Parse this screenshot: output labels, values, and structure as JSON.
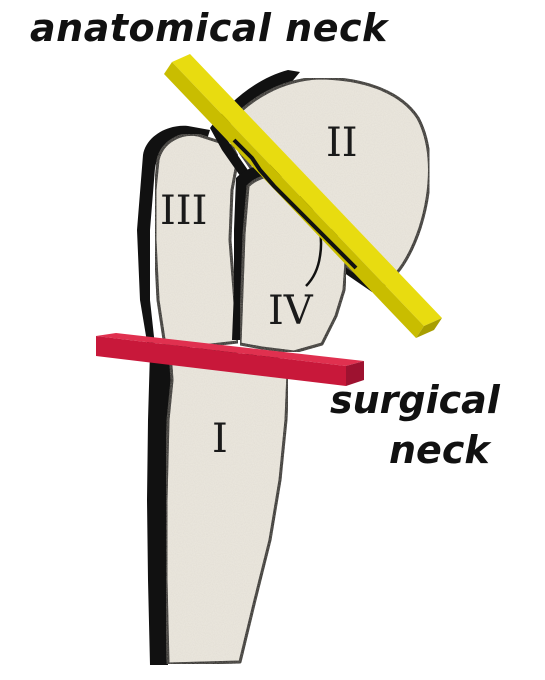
{
  "labels": {
    "anatomical_neck": "anatomical neck",
    "surgical_neck_line1": "surgical",
    "surgical_neck_line2": "neck"
  },
  "fragments": {
    "shaft": "I",
    "head": "II",
    "greater_tuberosity": "III",
    "lesser_tuberosity": "IV"
  },
  "colors": {
    "bone_fill": "#ece8df",
    "bone_outline": "#111111",
    "anatomical_neck_plane": "#d4c800",
    "surgical_neck_plane": "#d01c3c",
    "text": "#111111"
  }
}
